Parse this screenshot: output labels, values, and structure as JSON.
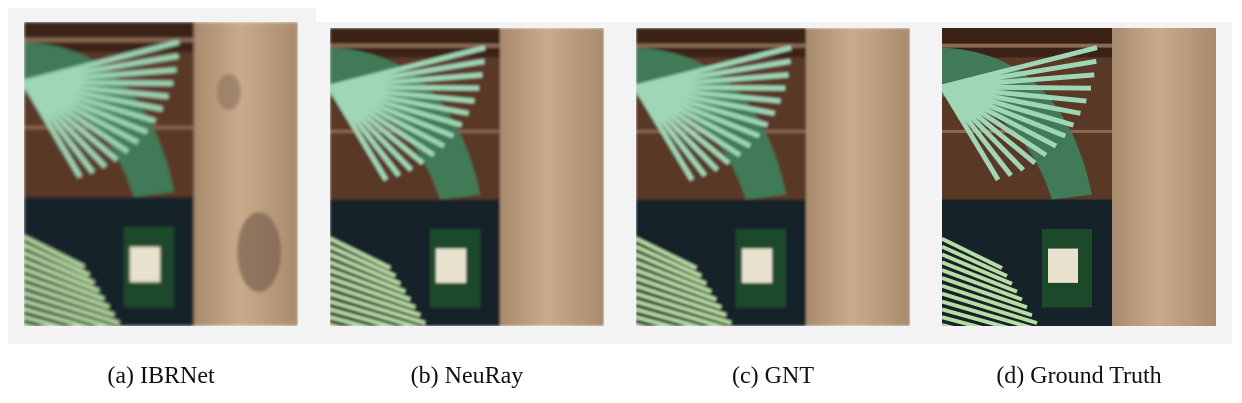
{
  "figure": {
    "panels": [
      {
        "id": "a",
        "caption": "(a) IBRNet",
        "blur": 1.6,
        "artifact": true
      },
      {
        "id": "b",
        "caption": "(b) NeuRay",
        "blur": 1.4,
        "artifact": false
      },
      {
        "id": "c",
        "caption": "(c) GNT",
        "blur": 1.3,
        "artifact": false
      },
      {
        "id": "d",
        "caption": "(d) Ground Truth",
        "blur": 0.2,
        "artifact": false
      }
    ],
    "colors": {
      "wall": "#5a3826",
      "wall_dark": "#3a2418",
      "shelf_line": "#8a6a55",
      "leaf": "#9fd6b6",
      "leaf_dark": "#3f7a56",
      "pillar": "#c9ab8c",
      "pillar_shade": "#a88a6c",
      "dark_base": "#13212c",
      "fern": "#b8dca2",
      "box": "#1e4a2c",
      "label": "#e8e2cf"
    }
  }
}
